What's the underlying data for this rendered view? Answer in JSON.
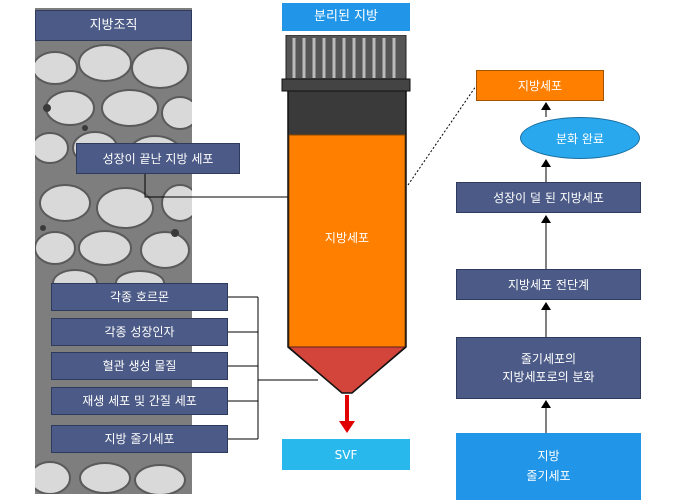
{
  "tissue": {
    "title": "지방조직",
    "mature_cell": "성장이 끝난 지방 세포",
    "components": [
      "각종 호르몬",
      "각종 성장인자",
      "혈관 생성 물질",
      "재생 세포 및 간질 세포",
      "지방 줄기세포"
    ]
  },
  "tube": {
    "title": "분리된 지방",
    "fat_layer": "지방세포",
    "pellet": "SVF"
  },
  "differentiation": {
    "top": "지방세포",
    "complete": "분화 완료",
    "steps": [
      "성장이 덜 된 지방세포",
      "지방세포 전단계",
      "줄기세포의\n지방세포로의 분화",
      "지방\n줄기세포"
    ]
  },
  "colors": {
    "navy": "#4b5a86",
    "orange": "#ff7f00",
    "blue": "#2196e8",
    "cyan": "#29b8ec",
    "red_arrow": "#e00000"
  }
}
